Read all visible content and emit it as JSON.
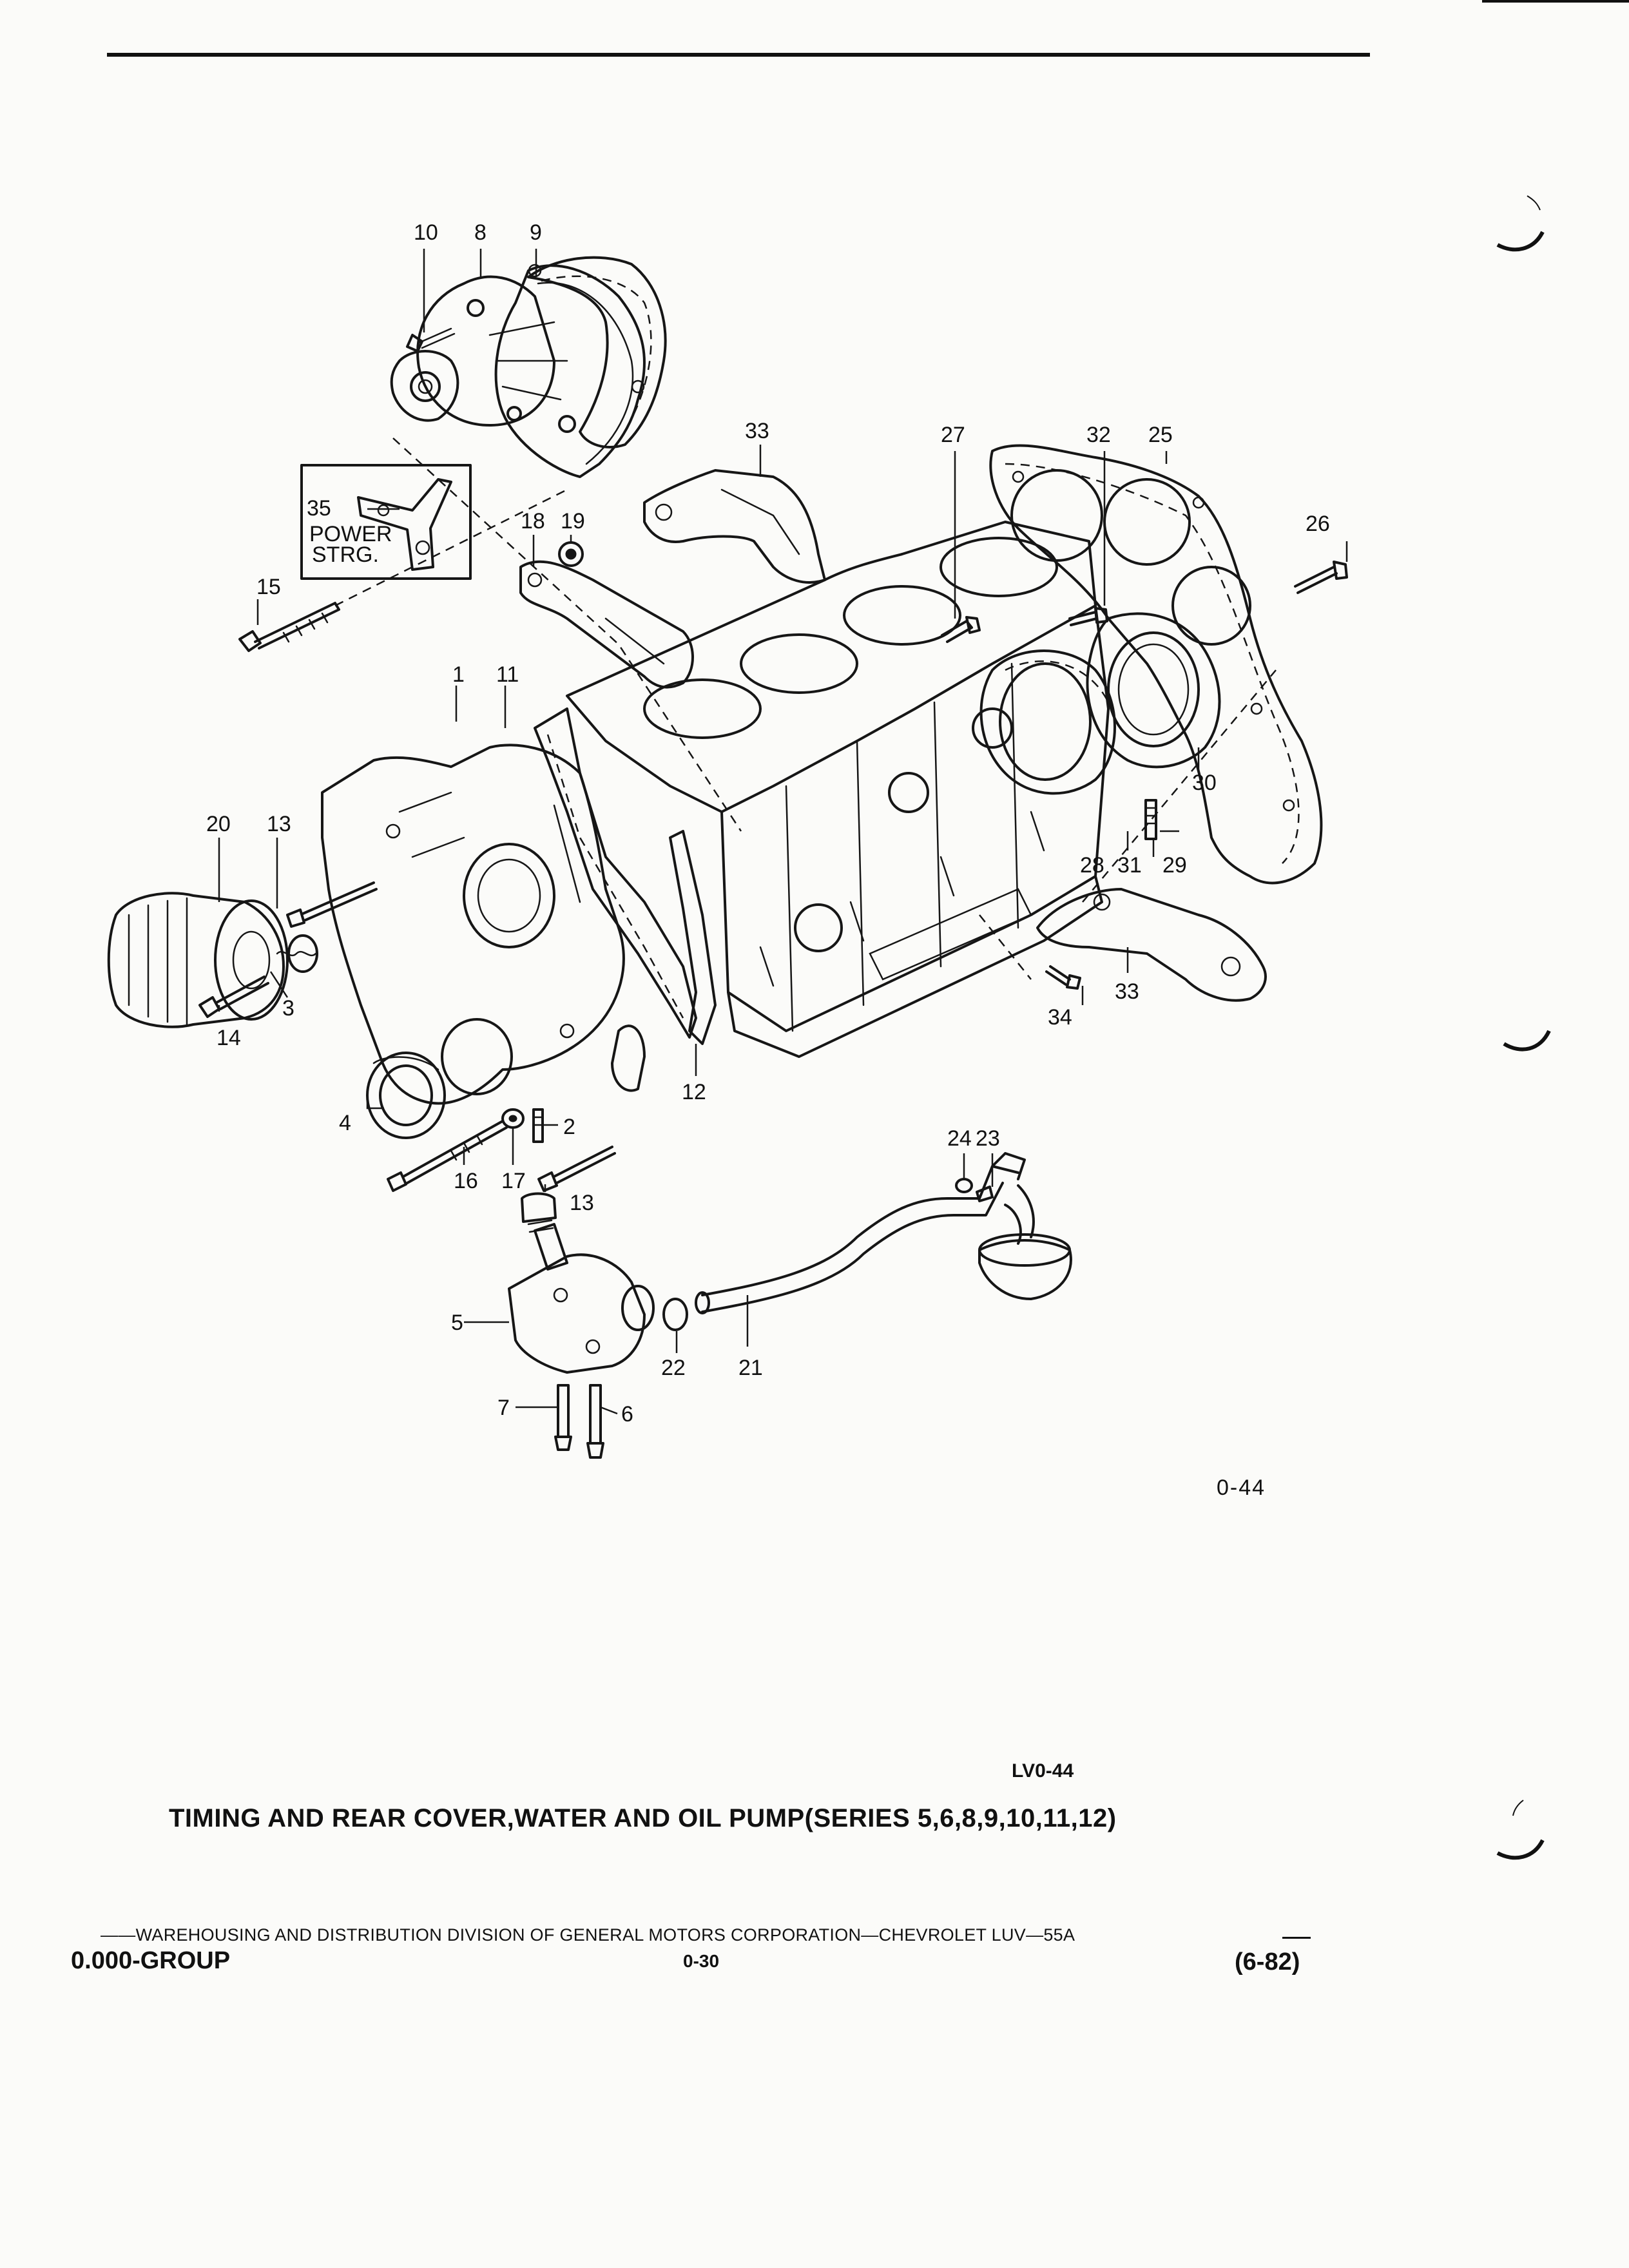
{
  "diagram": {
    "figure_code": "0-44",
    "drawing_code": "LV0-44",
    "title": "TIMING AND REAR COVER,WATER AND OIL PUMP(SERIES 5,6,8,9,10,11,12)",
    "inset_label": "POWER\nSTRG.",
    "inset_label_line1": "POWER",
    "inset_label_line2": "STRG.",
    "callouts": {
      "c1": "1",
      "c2": "2",
      "c3": "3",
      "c4": "4",
      "c5": "5",
      "c6": "6",
      "c7": "7",
      "c8": "8",
      "c9": "9",
      "c10": "10",
      "c11": "11",
      "c12": "12",
      "c13a": "13",
      "c13b": "13",
      "c14": "14",
      "c15": "15",
      "c16": "16",
      "c17": "17",
      "c18": "18",
      "c19": "19",
      "c20": "20",
      "c21": "21",
      "c22": "22",
      "c23": "23",
      "c24": "24",
      "c25": "25",
      "c26": "26",
      "c27": "27",
      "c28": "28",
      "c29": "29",
      "c30": "30",
      "c31": "31",
      "c32": "32",
      "c33a": "33",
      "c33b": "33",
      "c34": "34",
      "c35": "35"
    }
  },
  "footer": {
    "line": "——WAREHOUSING AND DISTRIBUTION  DIVISION OF GENERAL MOTORS CORPORATION—CHEVROLET LUV—55A",
    "group": "0.000-GROUP",
    "page": "0-30",
    "date": "(6-82)"
  }
}
